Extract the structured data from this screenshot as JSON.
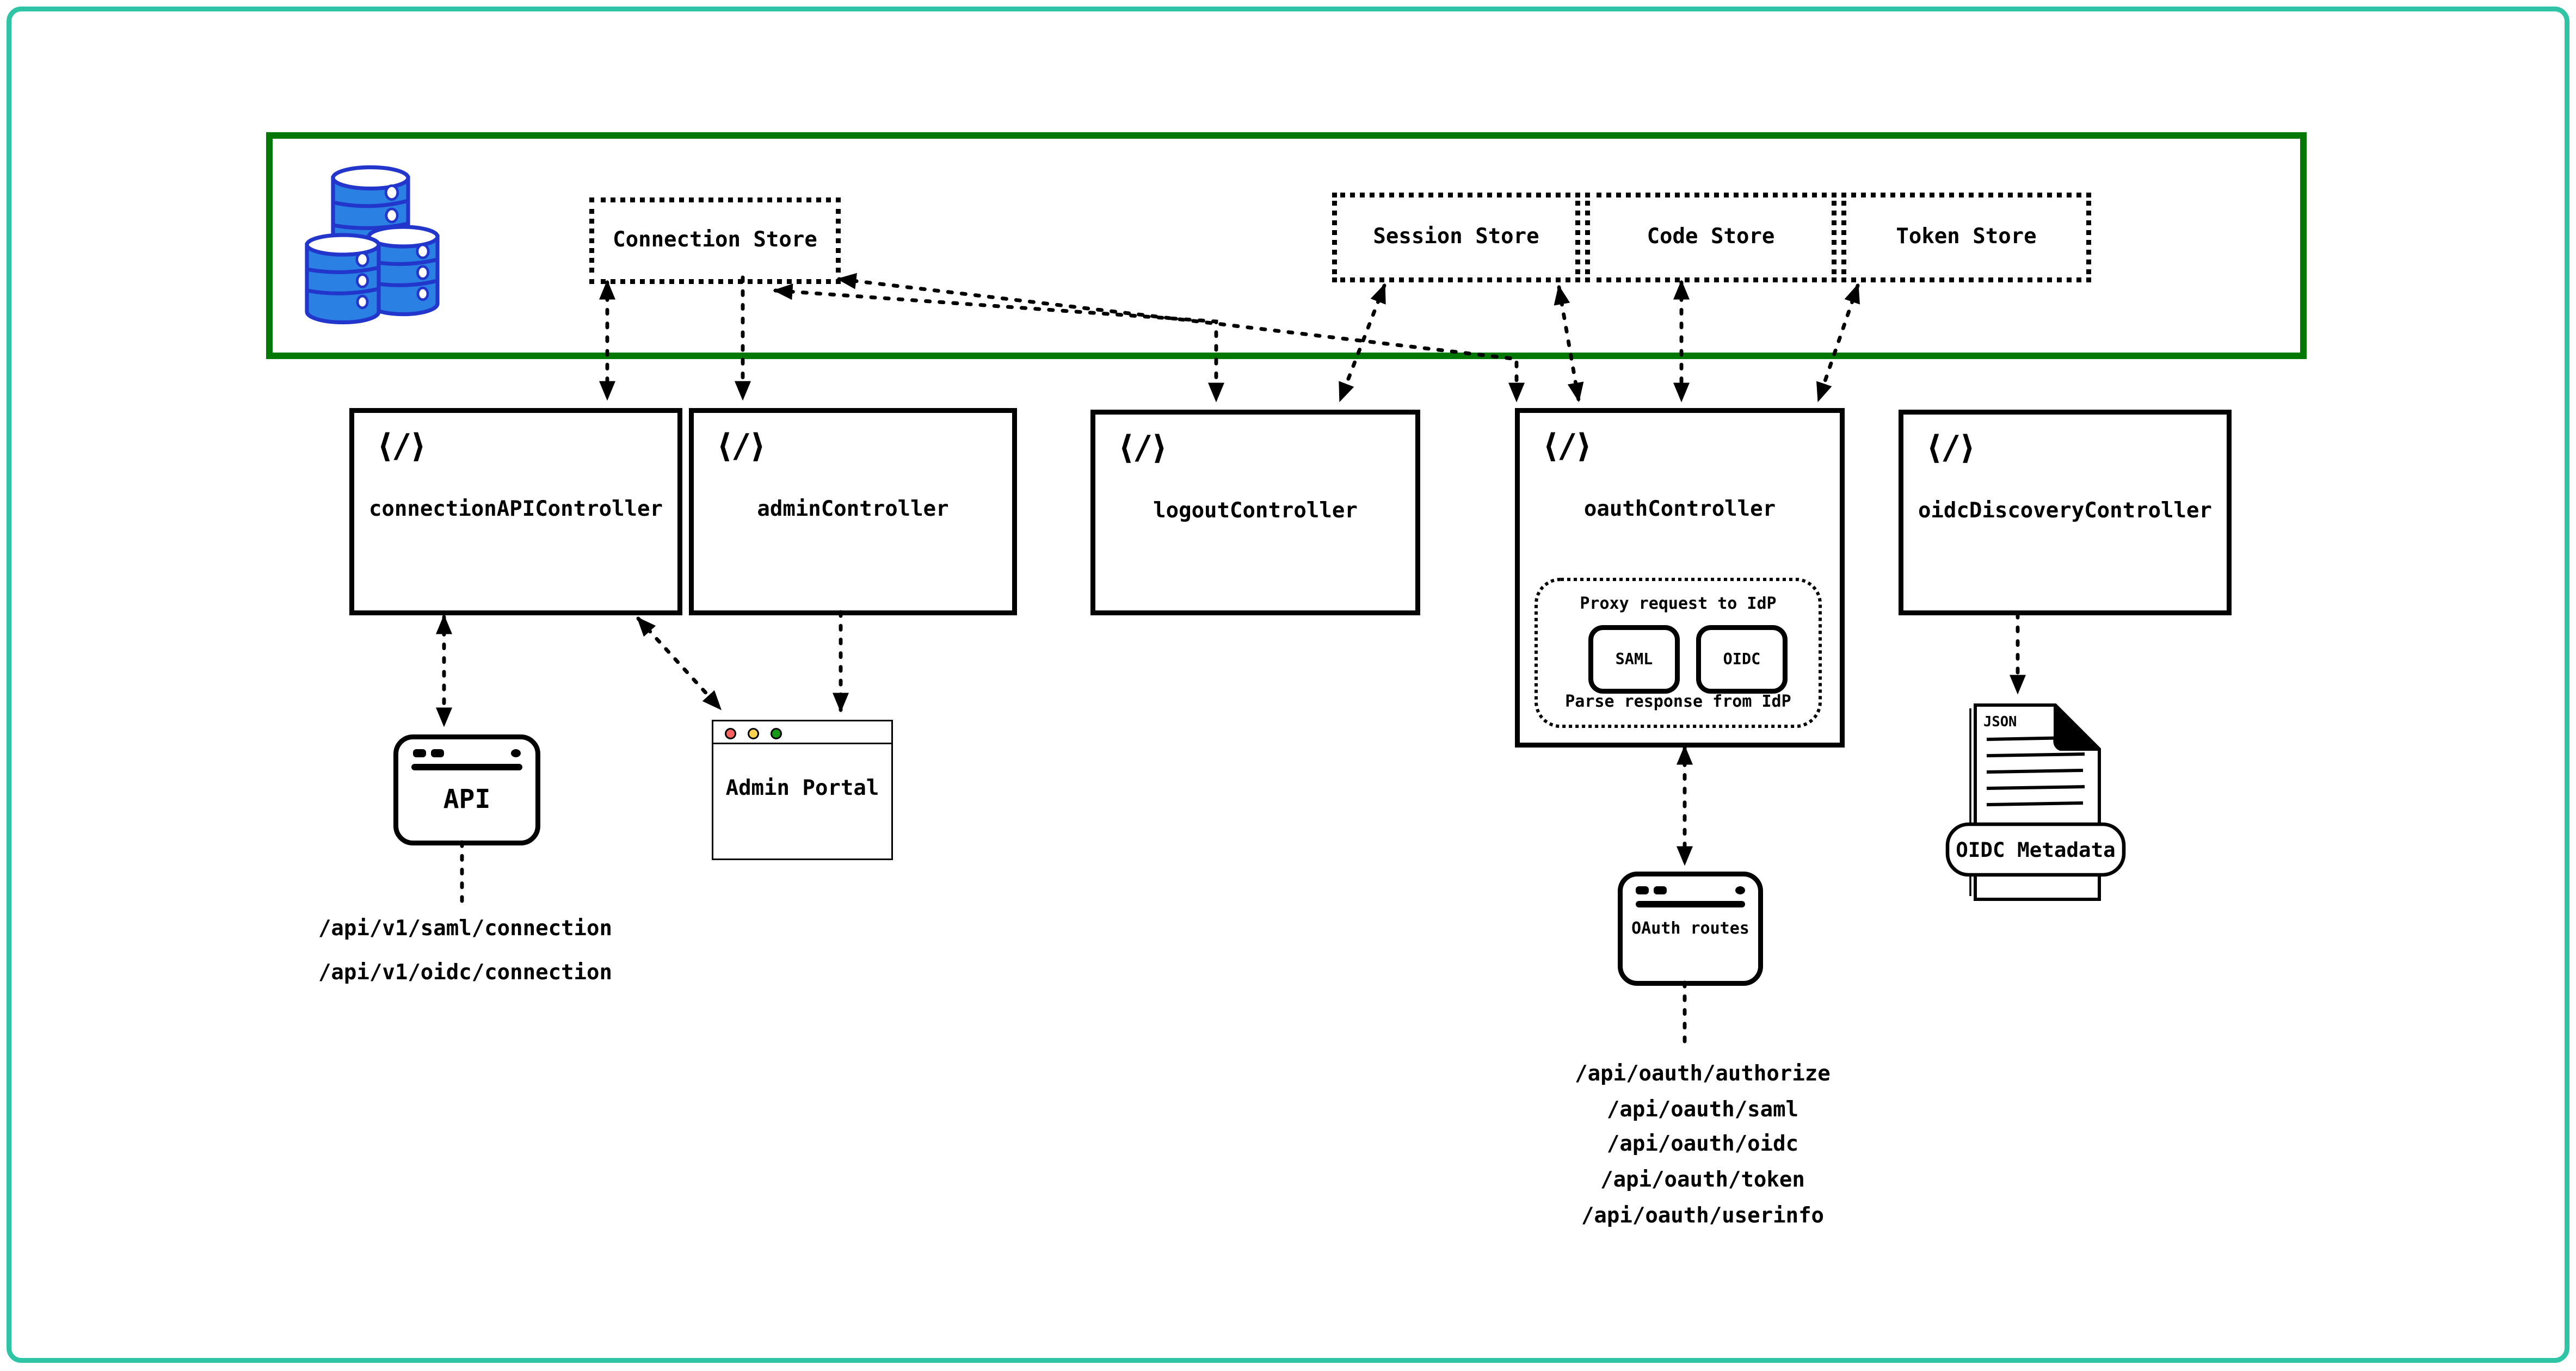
{
  "palette": {
    "page_border": "#2ec4a5",
    "store_zone_border": "#047804",
    "database_fill": "#2b80e4",
    "database_outline": "#2236cc",
    "traffic_red": "#f9625f",
    "traffic_yellow": "#f8d14f",
    "traffic_green": "#169a16"
  },
  "stores": {
    "connection": "Connection Store",
    "session": "Session Store",
    "code": "Code Store",
    "token": "Token Store"
  },
  "controllers": {
    "code_icon_glyph": "⟨/⟩",
    "connection_api": "connectionAPIController",
    "admin": "adminController",
    "logout": "logoutController",
    "oauth": "oauthController",
    "oidc_discovery": "oidcDiscoveryController"
  },
  "oauth_proxy": {
    "top_label": "Proxy request to IdP",
    "saml": "SAML",
    "oidc": "OIDC",
    "bottom_label": "Parse response from IdP"
  },
  "windows": {
    "api": "API",
    "admin_portal": "Admin Portal",
    "oauth_routes": "OAuth routes"
  },
  "document": {
    "file_type": "JSON",
    "label": "OIDC Metadata"
  },
  "api_paths": [
    "/api/v1/saml/connection",
    "/api/v1/oidc/connection"
  ],
  "oauth_paths": [
    "/api/oauth/authorize",
    "/api/oauth/saml",
    "/api/oauth/oidc",
    "/api/oauth/token",
    "/api/oauth/userinfo"
  ]
}
